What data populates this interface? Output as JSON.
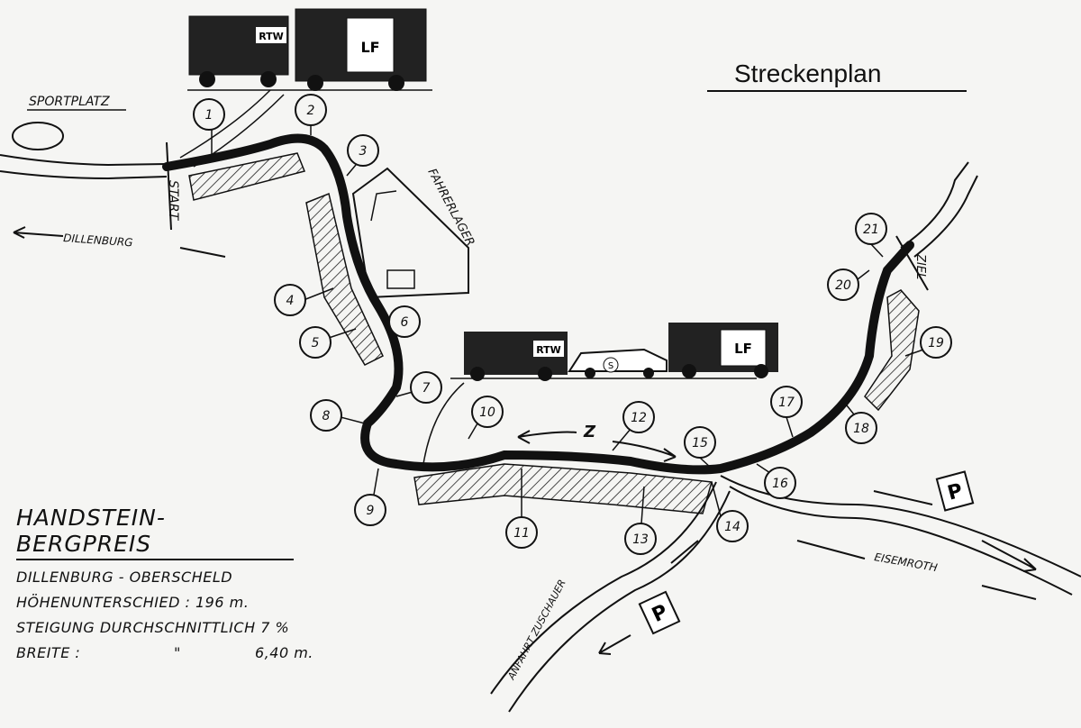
{
  "title": "Streckenplan",
  "labels": {
    "sportplatz": "SPORTPLATZ",
    "start": "START",
    "dillenburg": "DILLENBURG",
    "fahrerlager": "FAHRERLAGER",
    "ziel": "ZIEL",
    "eisemroth": "EISEMROTH",
    "anfahrt": "ANFAHRT ZUSCHAUER",
    "parking1": "P",
    "parking2": "P",
    "rtw1": "RTW",
    "lf1": "LF",
    "rtw2": "RTW",
    "lf2": "LF",
    "police": "S",
    "z": "Z"
  },
  "markers": [
    "1",
    "2",
    "3",
    "4",
    "5",
    "6",
    "7",
    "8",
    "9",
    "10",
    "11",
    "12",
    "13",
    "14",
    "15",
    "16",
    "17",
    "18",
    "19",
    "20",
    "21"
  ],
  "legend": {
    "title": "HANDSTEIN-BERGPREIS",
    "route": "DILLENBURG - OBERSCHELD",
    "elevation": "HÖHENUNTERSCHIED : 196 m.",
    "gradient": "STEIGUNG DURCHSCHNITTLICH 7 %",
    "width_label": "BREITE :",
    "width_ditto": "\"",
    "width_value": "6,40 m."
  }
}
